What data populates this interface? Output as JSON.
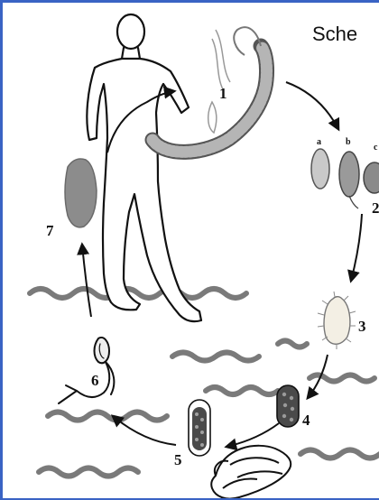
{
  "title": "Sche",
  "stage_labels": {
    "s1": "1",
    "s2": "2",
    "s3": "3",
    "s4": "4",
    "s5": "5",
    "s6": "6",
    "s7": "7"
  },
  "egg_labels": {
    "a": "a",
    "b": "b",
    "c": "c"
  },
  "colors": {
    "border": "#3a63c4",
    "water": "#7a7a7a",
    "lesion": "#8c8c8c",
    "worm": "#a8a8a8",
    "outline": "#111111"
  }
}
